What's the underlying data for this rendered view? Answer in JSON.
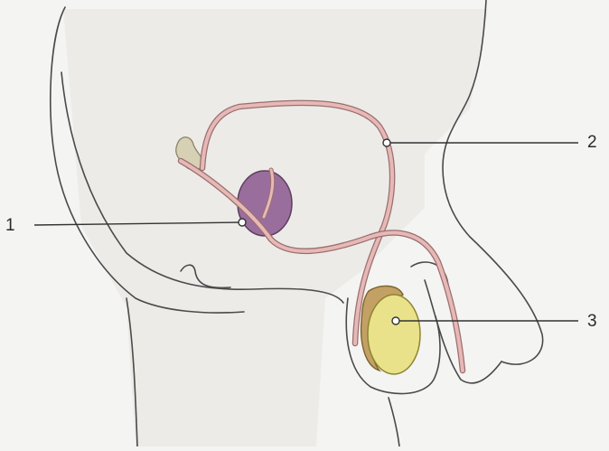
{
  "labels": [
    {
      "id": "1",
      "text": "1"
    },
    {
      "id": "2",
      "text": "2"
    },
    {
      "id": "3",
      "text": "3"
    }
  ],
  "colors": {
    "background": "#f4f4f2",
    "outline": "#4a4a4a",
    "prostate": "#9a6e9c",
    "duct": "#e6b9b7",
    "testis": "#e9e28a",
    "epididymis": "#c3a064",
    "seminal_vesicle": "#d6d0b4"
  }
}
